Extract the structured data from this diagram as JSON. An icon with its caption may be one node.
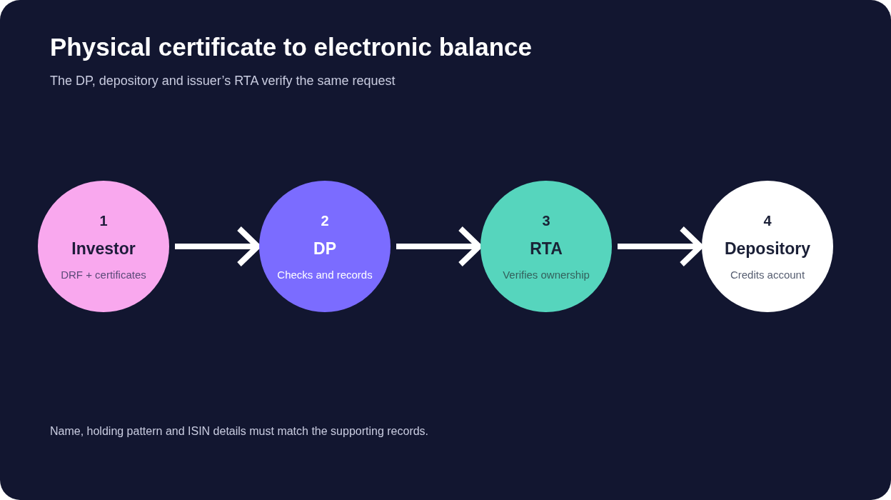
{
  "diagram": {
    "title": "Physical certificate to electronic balance",
    "caption": "The DP, depository and issuer’s RTA verify the same request",
    "nodes": [
      {
        "text": [
          "1",
          "Investor",
          "DRF + certificates"
        ]
      },
      {
        "text": [
          "2",
          "DP",
          "Checks and records"
        ]
      },
      {
        "text": [
          "3",
          "RTA",
          "Verifies ownership"
        ]
      },
      {
        "text": [
          "4",
          "Depository",
          "Credits account"
        ]
      }
    ],
    "edges": [
      {
        "from": 0,
        "to": 1,
        "arrow": "to"
      },
      {
        "from": 1,
        "to": 2,
        "arrow": "to"
      },
      {
        "from": 2,
        "to": 3,
        "arrow": "to"
      }
    ],
    "labels": [
      "Name, holding pattern and ISIN details must match the supporting records."
    ]
  }
}
